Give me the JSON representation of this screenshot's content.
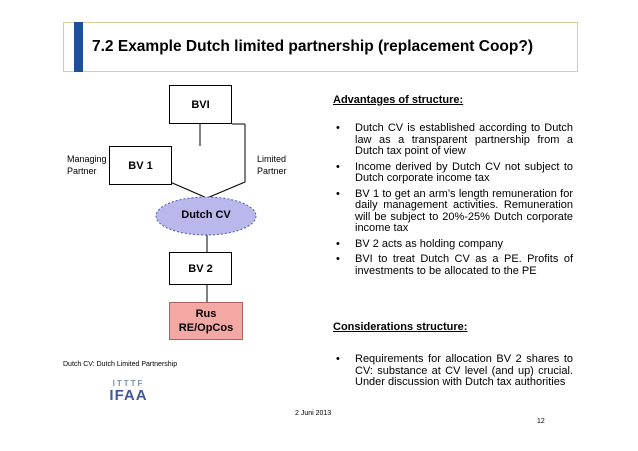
{
  "slide": {
    "title": "7.2 Example Dutch limited partnership (replacement Coop?)",
    "footnote": "Dutch CV: Dutch Limited Partnership",
    "date": "2 Juni 2013",
    "page_number": "12"
  },
  "logo": {
    "text_top": "ITTTF",
    "text_main": "IFAA"
  },
  "diagram": {
    "nodes": {
      "bvi": "BVI",
      "bv1": "BV 1",
      "dutch_cv": "Dutch CV",
      "bv2": "BV 2",
      "rus_line1": "Rus",
      "rus_line2": "RE/OpCos"
    },
    "labels": {
      "managing_partner_1": "Managing",
      "managing_partner_2": "Partner",
      "limited_partner_1": "Limited",
      "limited_partner_2": "Partner"
    },
    "colors": {
      "ellipse_fill": "#b9b7ec",
      "ellipse_stroke": "#4a5ab0",
      "rus_fill": "#f4a8a4"
    }
  },
  "advantages": {
    "heading": "Advantages of structure:",
    "items": [
      "Dutch CV is established according to Dutch law as a transparent partnership from a Dutch tax point of view",
      "Income derived by Dutch CV not subject to Dutch corporate income tax",
      "BV 1 to get an arm’s length remuneration for daily management activities. Remuneration will be subject to 20%-25% Dutch corporate income tax",
      "BV 2 acts as holding company",
      "BVI to treat Dutch CV as a PE. Profits of investments to be allocated to the PE"
    ]
  },
  "considerations": {
    "heading": "Considerations structure:",
    "items": [
      "Requirements for allocation BV 2 shares to CV: substance at CV level (and up) crucial. Under discussion with Dutch tax authorities"
    ]
  },
  "bullet_symbol": "•"
}
